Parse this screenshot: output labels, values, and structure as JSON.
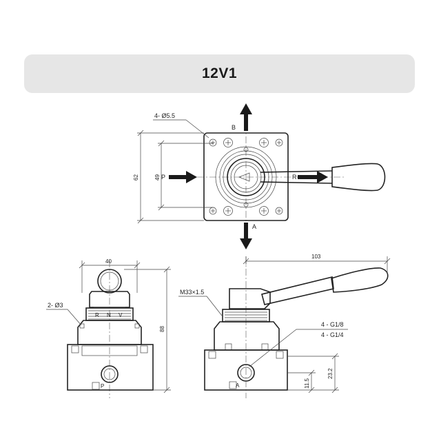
{
  "header": {
    "title": "12V1"
  },
  "top_view": {
    "hole_callout": "4- Ø5.5",
    "port_b": "B",
    "port_p": "P",
    "port_r": "R",
    "port_a": "A",
    "dim_outer": "62",
    "dim_inner": "49"
  },
  "front_view": {
    "dim_width": "40",
    "dim_height": "88",
    "hole_callout": "2- Ø3",
    "ports": [
      "R",
      "N",
      "V"
    ],
    "port_p": "P"
  },
  "side_view": {
    "dim_lever": "103",
    "thread": "M33×1.5",
    "port_callout_1": "4 - G1/8",
    "port_callout_2": "4 - G1/4",
    "dim_low": "11.5",
    "dim_high": "23.2",
    "port_a": "A"
  }
}
